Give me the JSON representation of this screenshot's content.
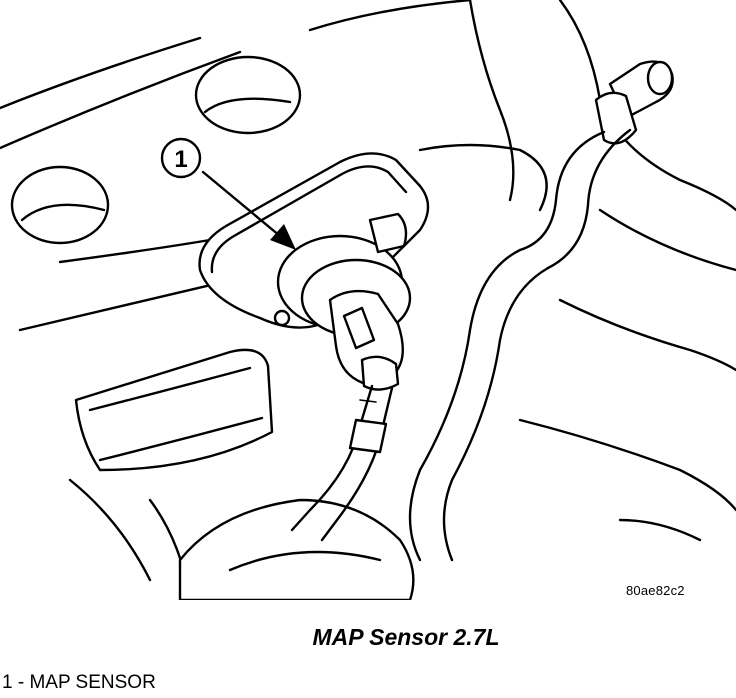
{
  "figure": {
    "callout_number": "1",
    "reference_code": "80ae82c2",
    "title": "MAP Sensor 2.7L",
    "legend": [
      {
        "text": "1 - MAP SENSOR"
      }
    ]
  }
}
